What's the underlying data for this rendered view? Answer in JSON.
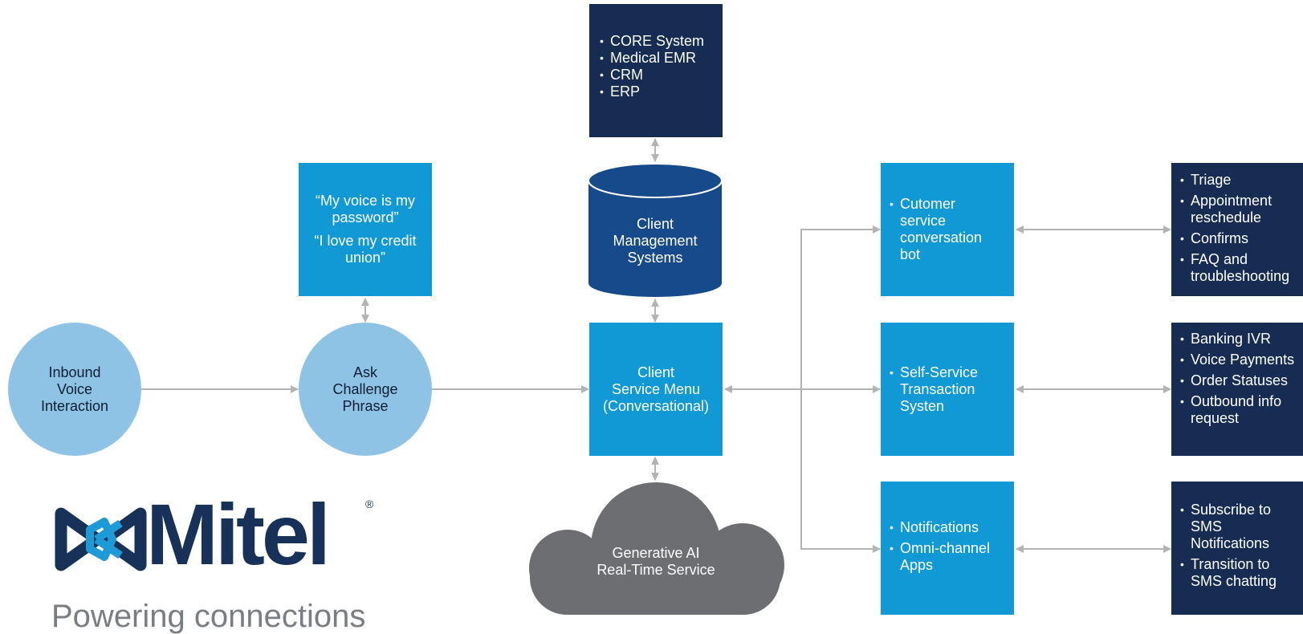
{
  "systems_box": {
    "items": [
      "CORE System",
      "Medical EMR",
      "CRM",
      "ERP"
    ]
  },
  "database": {
    "label": [
      "Client",
      "Management",
      "Systems"
    ]
  },
  "phrases_box": {
    "phrases": [
      "“My voice is my password”",
      "“I love my credit union”"
    ]
  },
  "inbound": {
    "label": [
      "Inbound",
      "Voice",
      "Interaction"
    ]
  },
  "challenge": {
    "label": [
      "Ask",
      "Challenge",
      "Phrase"
    ]
  },
  "service_menu": {
    "label": [
      "Client",
      "Service Menu",
      "(Conversational)"
    ]
  },
  "genai_cloud": {
    "label": [
      "Generative AI",
      "Real-Time Service"
    ]
  },
  "mid_boxes": [
    {
      "items": [
        "Cutomer service conversation bot"
      ]
    },
    {
      "items": [
        "Self-Service Transaction Systen"
      ]
    },
    {
      "items": [
        "Notifications",
        "Omni-channel Apps"
      ]
    }
  ],
  "right_boxes": [
    {
      "items": [
        "Triage",
        "Appointment reschedule",
        "Confirms",
        "FAQ and troubleshooting"
      ]
    },
    {
      "items": [
        "Banking IVR",
        "Voice Payments",
        "Order Statuses",
        "Outbound info request"
      ]
    },
    {
      "items": [
        "Subscribe to SMS Notifications",
        "Transition to SMS chatting"
      ]
    }
  ],
  "logo": {
    "wordmark": "Mitel",
    "registered": "®",
    "tagline": "Powering connections"
  },
  "colors": {
    "light_blue": "#1199d6",
    "dark_navy": "#172c52",
    "database_blue": "#174a8a",
    "circle_blue": "#8ec3e6",
    "cloud_gray": "#6d6e71",
    "connector_gray": "#b3b3b3",
    "logo_navy": "#173158",
    "logo_accent": "#1e9ad6",
    "tagline_gray": "#7a7d81"
  },
  "icons": {
    "logo_mark": "mitel-logo-icon",
    "arrowheads": "arrowhead-icon"
  }
}
